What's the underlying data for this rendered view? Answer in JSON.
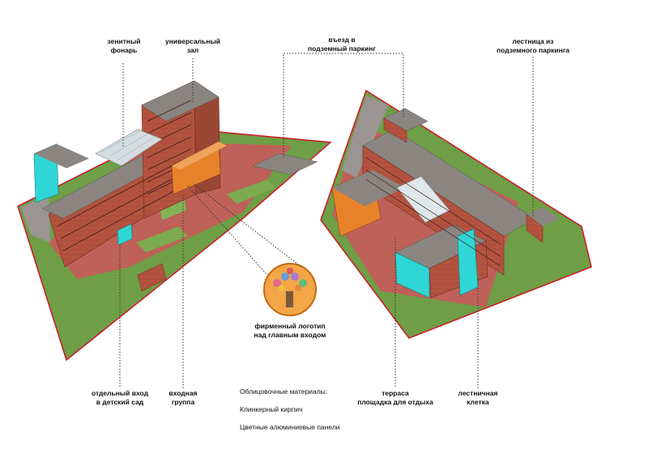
{
  "callouts": {
    "skylight": "зенитный\nфонарь",
    "hall": "универсальный\nзал",
    "parking_entry": "въезд в\nподземный паркинг",
    "parking_stair": "лестница из\nподземного паркинга",
    "logo": "фирменный логотип\nнад главным входом",
    "kindergarten": "отдельный вход\nв детский сад",
    "entrance": "входная\nгруппа",
    "terrace": "терраса\nплощадка для отдыха",
    "stairwell": "лестничная\nклетка"
  },
  "materials": {
    "title": "Облицовочные материалы:",
    "brick": "Клинкерный кирпич",
    "panels": "Цветные алюминиевые панели"
  },
  "colors": {
    "site_outline": "#c8202a",
    "lawn": "#6e9e45",
    "paving": "#b8574c",
    "brick": "#b5533f",
    "roof": "#8a8580",
    "cyan_panel": "#2fd6d6",
    "orange_panel": "#e8822a",
    "leader_line": "#333333"
  }
}
